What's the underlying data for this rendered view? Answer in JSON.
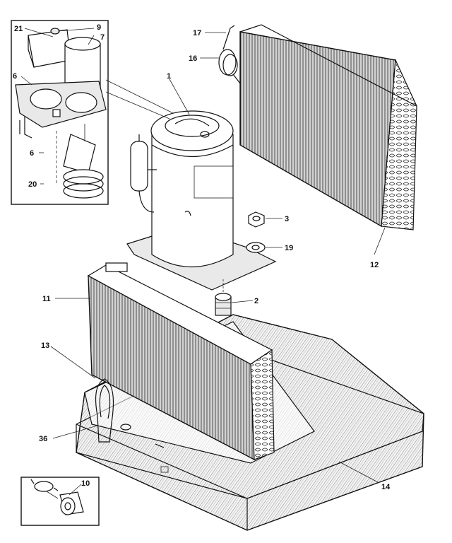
{
  "labels": {
    "p1": "1",
    "p2": "2",
    "p3": "3",
    "p6a": "6",
    "p6b": "6",
    "p7": "7",
    "p9": "9",
    "p10": "10",
    "p11": "11",
    "p12": "12",
    "p13": "13",
    "p14": "14",
    "p16": "16",
    "p17": "17",
    "p19": "19",
    "p20": "20",
    "p21": "21",
    "p36": "36"
  }
}
